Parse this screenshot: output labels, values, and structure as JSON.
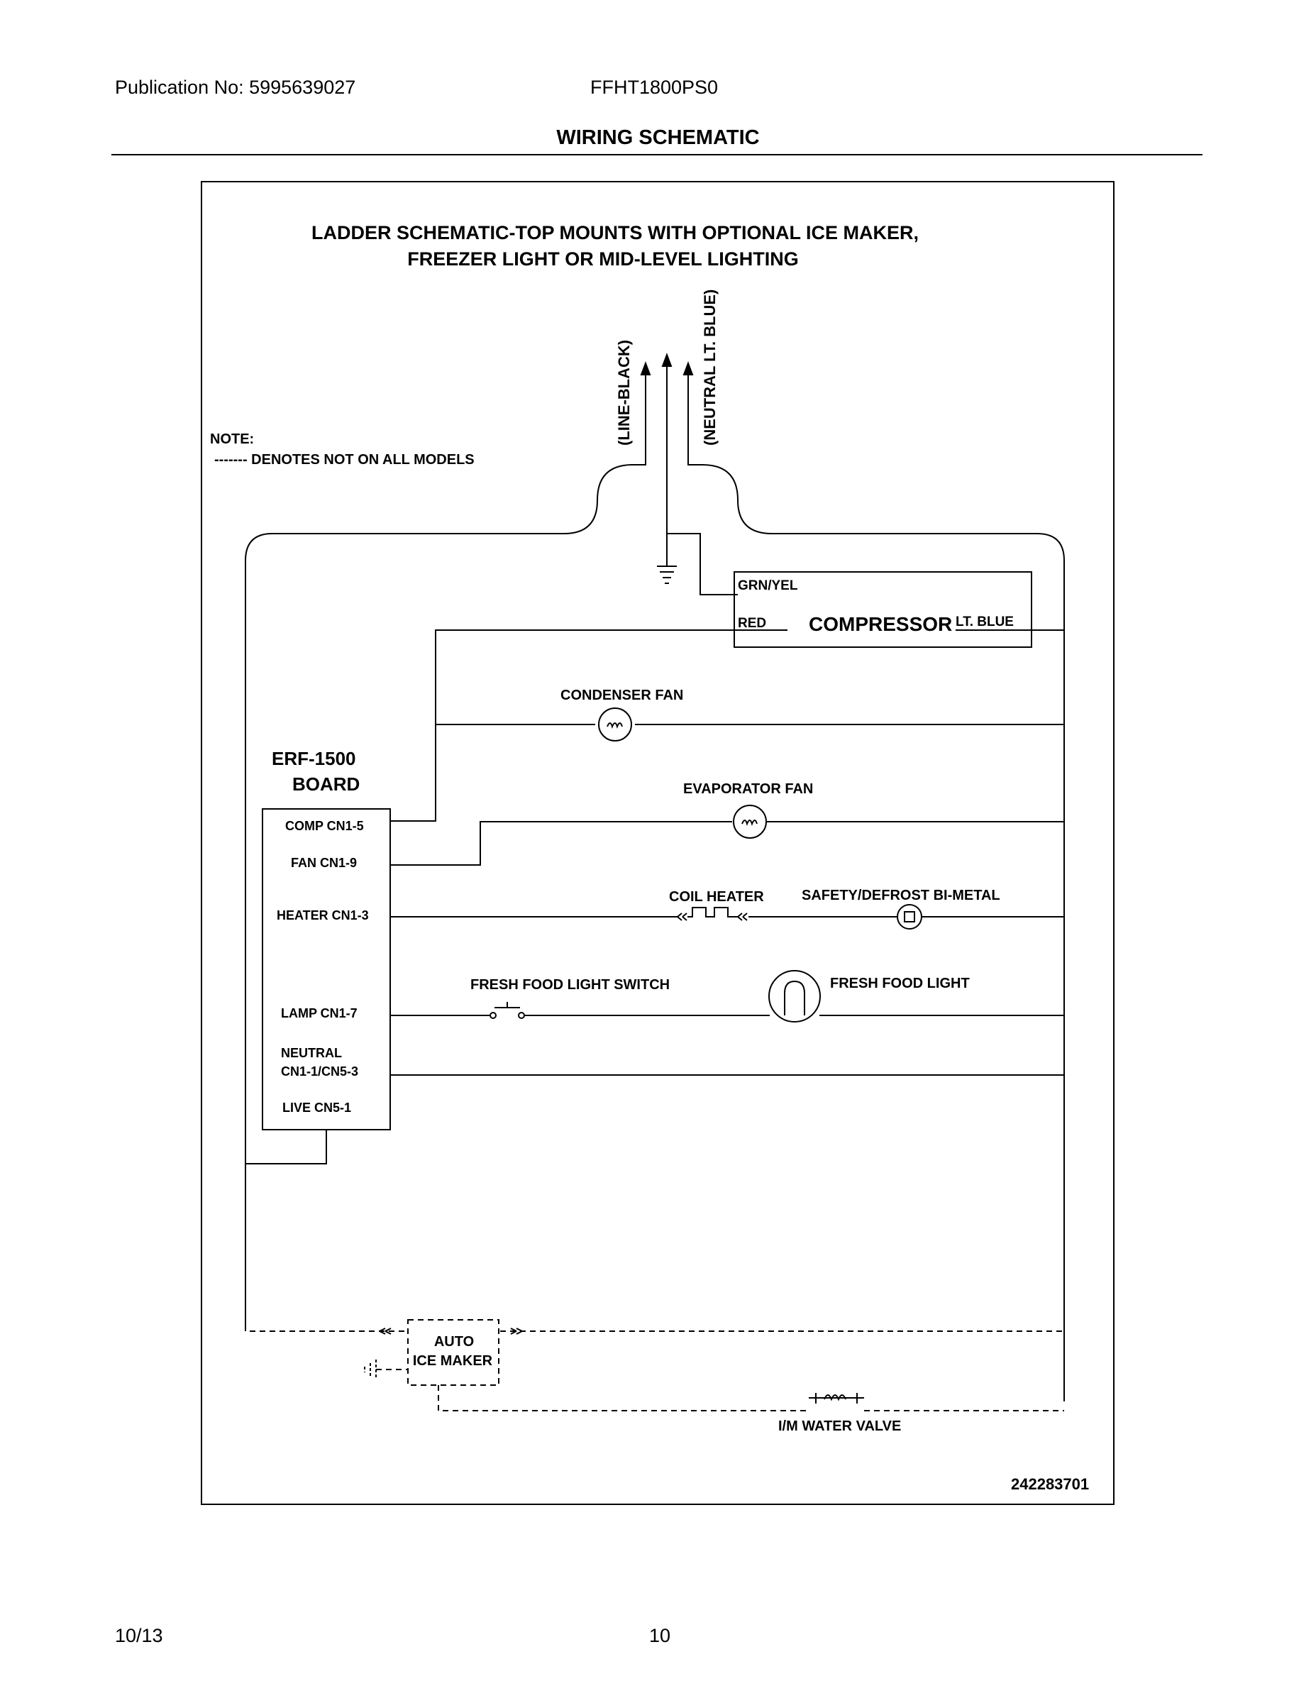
{
  "header": {
    "publication": "Publication No: 5995639027",
    "model": "FFHT1800PS0",
    "title": "WIRING SCHEMATIC"
  },
  "diagram": {
    "heading_line1": "LADDER SCHEMATIC-TOP MOUNTS WITH OPTIONAL ICE MAKER,",
    "heading_line2": "FREEZER LIGHT OR MID-LEVEL LIGHTING",
    "note_label": "NOTE:",
    "note_text": "------- DENOTES NOT ON ALL MODELS",
    "line_label": "(LINE-BLACK)",
    "neutral_label": "(NEUTRAL LT. BLUE)",
    "compressor": {
      "name": "COMPRESSOR",
      "grn_yel": "GRN/YEL",
      "red": "RED",
      "lt_blue": "LT. BLUE"
    },
    "condenser_fan": "CONDENSER FAN",
    "evaporator_fan": "EVAPORATOR FAN",
    "coil_heater": "COIL HEATER",
    "bimetal": "SAFETY/DEFROST BI-METAL",
    "light_switch": "FRESH FOOD LIGHT SWITCH",
    "fresh_food_light": "FRESH FOOD LIGHT",
    "board_name1": "ERF-1500",
    "board_name2": "BOARD",
    "board_pins": {
      "comp": "COMP CN1-5",
      "fan": "FAN CN1-9",
      "heater": "HEATER CN1-3",
      "lamp": "LAMP CN1-7",
      "neutral1": "NEUTRAL",
      "neutral2": "CN1-1/CN5-3",
      "live": "LIVE CN5-1"
    },
    "ice_maker1": "AUTO",
    "ice_maker2": "ICE MAKER",
    "water_valve": "I/M WATER VALVE",
    "part_number": "242283701"
  },
  "footer": {
    "date": "10/13",
    "page": "10"
  }
}
